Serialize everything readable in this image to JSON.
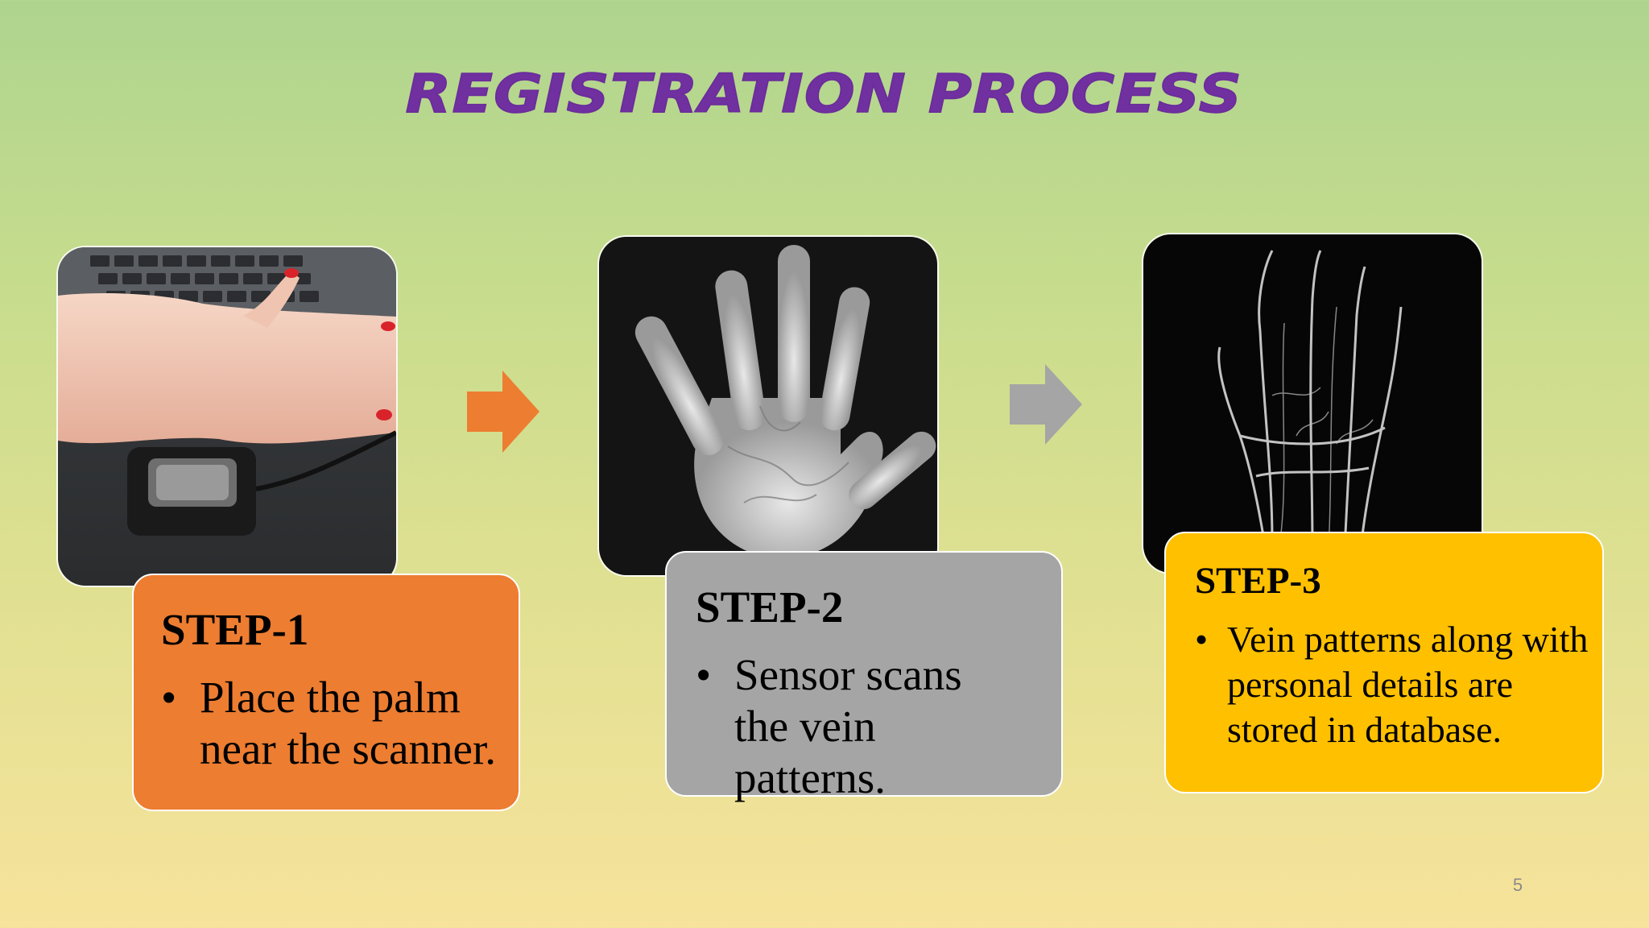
{
  "slide": {
    "title": "REGISTRATION PROCESS",
    "page_number": "5"
  },
  "steps": [
    {
      "label": "STEP-1",
      "bullet": "Place the palm near the scanner.",
      "card_color": "#ed7d31",
      "photo": "hand-on-scanner-photo"
    },
    {
      "label": "STEP-2",
      "bullet": "Sensor scans the vein patterns.",
      "card_color": "#a5a5a5",
      "photo": "infrared-palm-scan-image"
    },
    {
      "label": "STEP-3",
      "bullet": "Vein patterns along with personal details are stored in database.",
      "card_color": "#ffc000",
      "photo": "vein-pattern-xray-image"
    }
  ],
  "arrows": [
    {
      "icon": "arrow-right-icon",
      "color": "#ed7d31"
    },
    {
      "icon": "arrow-right-icon",
      "color": "#a5a5a5"
    }
  ]
}
